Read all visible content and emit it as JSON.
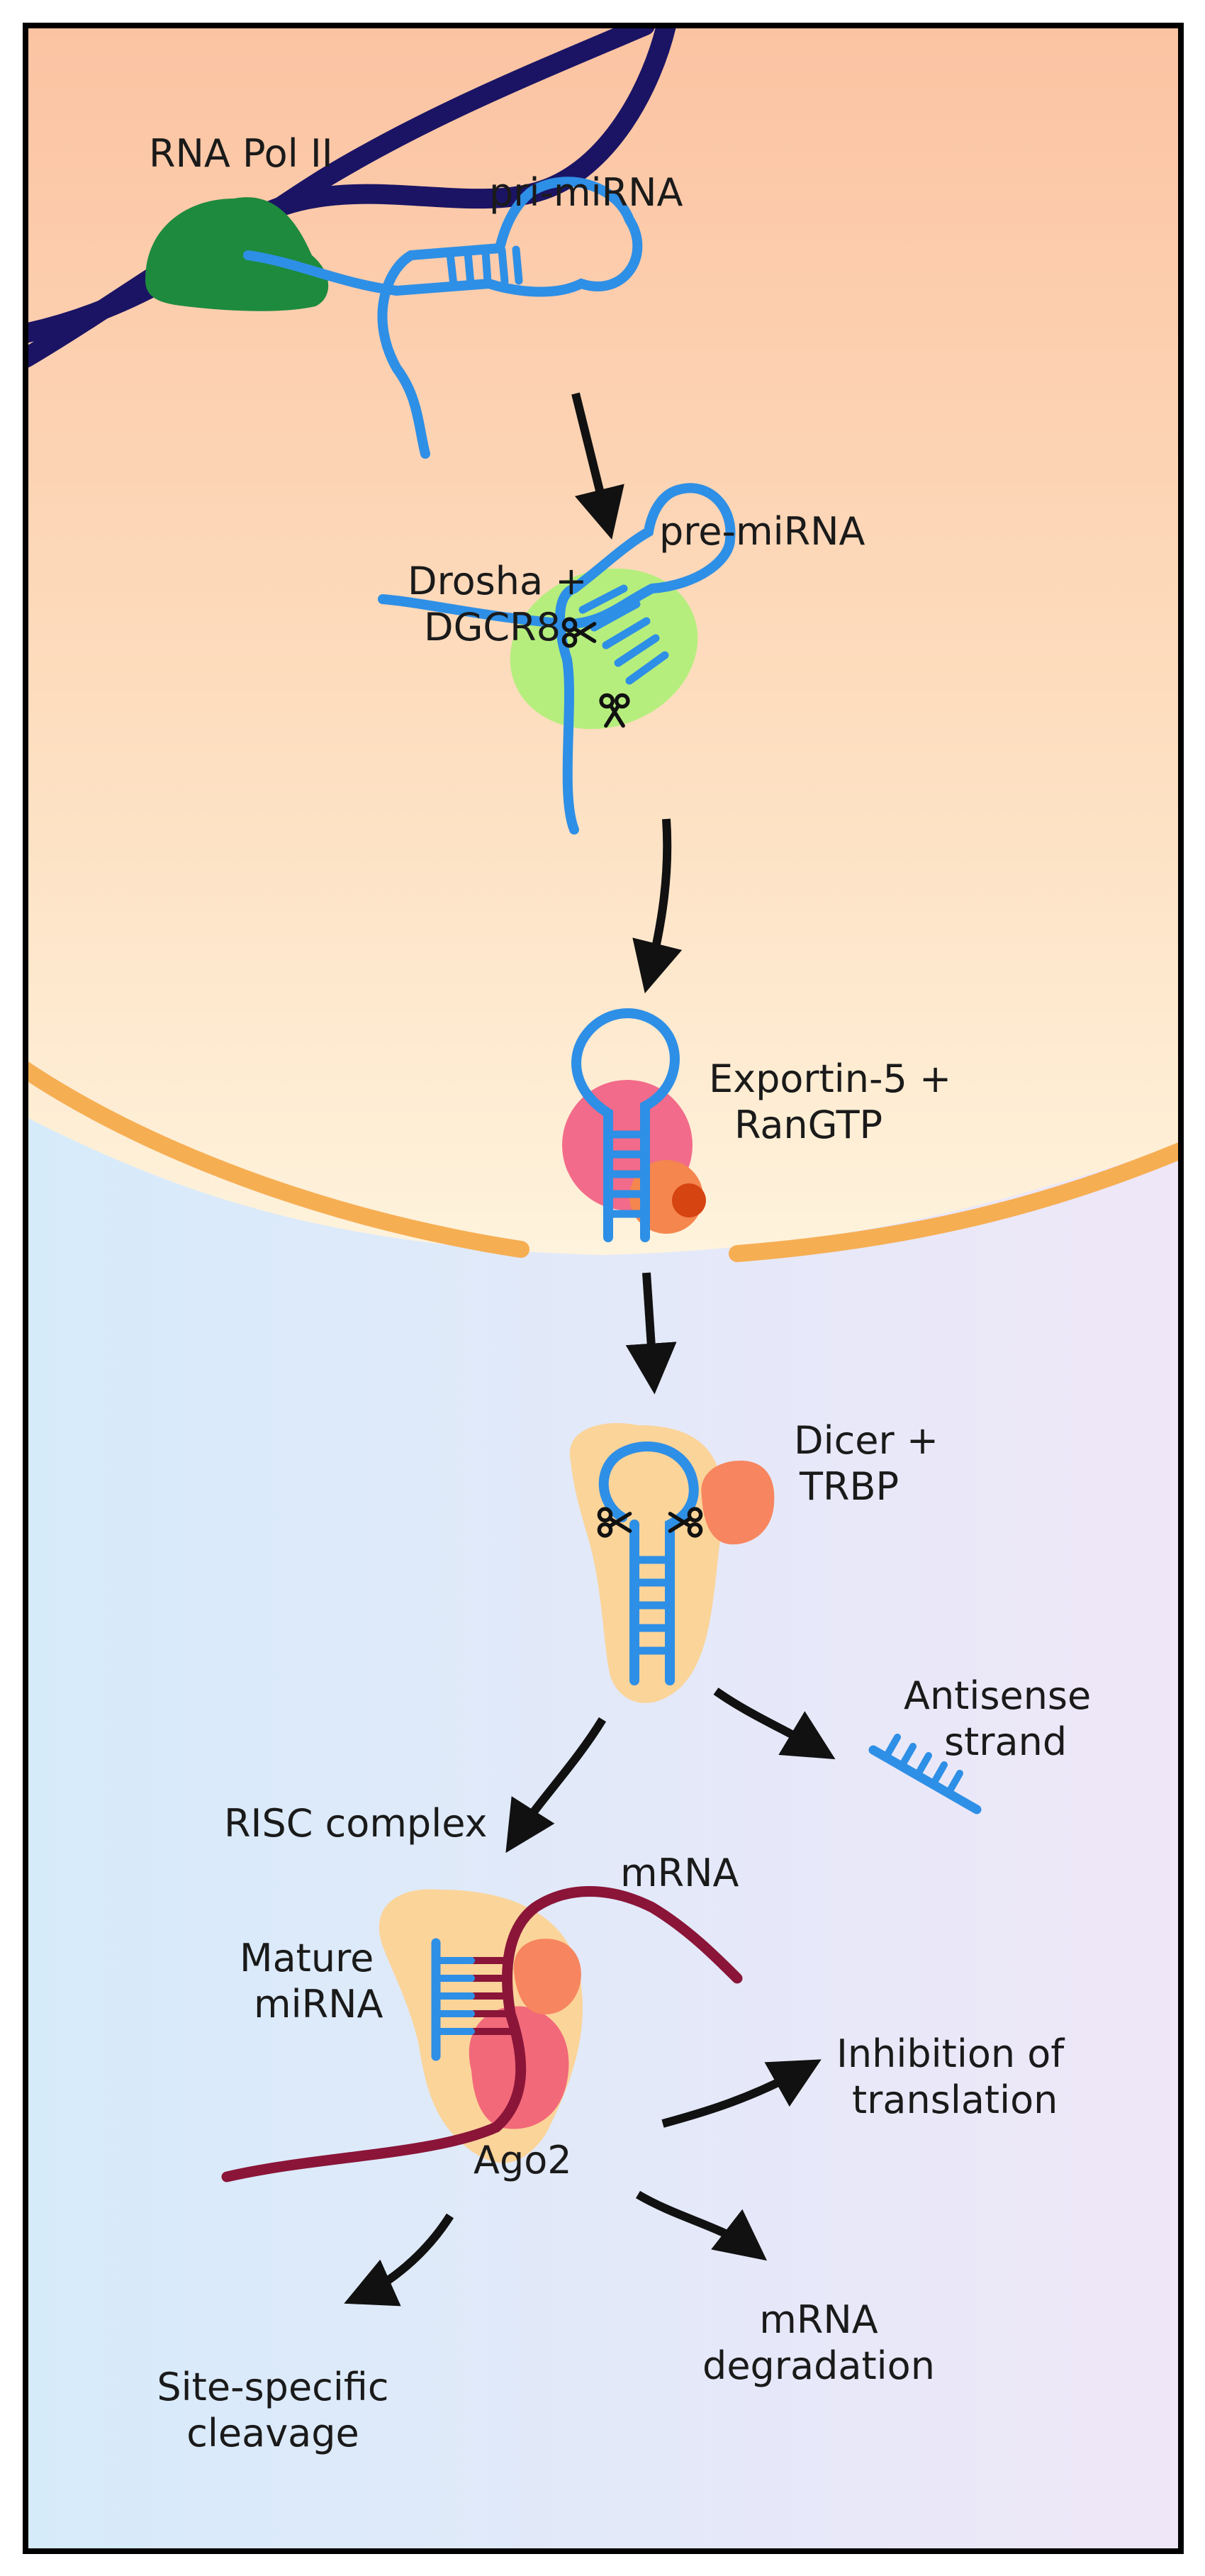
{
  "labels": {
    "rna_pol": "RNA Pol II",
    "pri_mirna": "pri-miRNA",
    "pre_mirna": "pre-miRNA",
    "drosha_1": "Drosha +",
    "drosha_2": "DGCR8",
    "exportin_1": "Exportin-5 +",
    "exportin_2": "RanGTP",
    "dicer_1": "Dicer +",
    "dicer_2": "TRBP",
    "antisense_1": "Antisense",
    "antisense_2": "strand",
    "risc": "RISC complex",
    "mrna": "mRNA",
    "mature_1": "Mature",
    "mature_2": "miRNA",
    "ago2": "Ago2",
    "inhibition_1": "Inhibition of",
    "inhibition_2": "translation",
    "degradation_1": "mRNA",
    "degradation_2": "degradation",
    "cleavage_1": "Site-specific",
    "cleavage_2": "cleavage"
  },
  "colors": {
    "nucleus_top": "#FBC3A2",
    "nucleus_bottom": "#FEF1D7",
    "cytoplasm_left": "#D9ECFA",
    "cytoplasm_right": "#F0E8F8",
    "membrane": "#F6AE53",
    "dna": "#1B1464",
    "pol": "#1E8A3E",
    "mirna": "#2E8FE6",
    "drosha": "#B6EE7E",
    "exportin": "#F26B8A",
    "rangtp": "#F4864E",
    "rangtp_core": "#D64412",
    "dicer_body": "#FBD49A",
    "trbp": "#F7855F",
    "mrna": "#8A1538",
    "ago2": "#F2697A",
    "arrow": "#111111"
  },
  "icons": {
    "scissors": "scissors-icon"
  }
}
